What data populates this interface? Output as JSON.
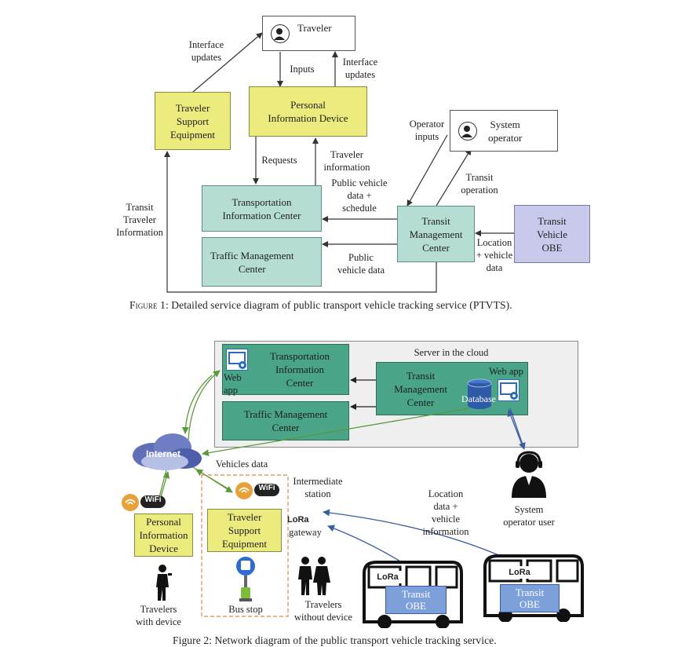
{
  "figure1": {
    "traveler": "Traveler",
    "interface_updates_left": "Interface\nupdates",
    "inputs": "Inputs",
    "interface_updates_right": "Interface\nupdates",
    "traveler_support_equipment": "Traveler\nSupport\nEquipment",
    "personal_information_device": "Personal\nInformation Device",
    "requests": "Requests",
    "traveler_information": "Traveler\ninformation",
    "operator_inputs": "Operator\ninputs",
    "system_operator": "System\noperator",
    "transit_operation": "Transit\noperation",
    "transit_traveler_information": "Transit\nTraveler\nInformation",
    "transportation_information_center": "Transportation\nInformation Center",
    "public_vehicle_data_schedule": "Public vehicle\ndata +\nschedule",
    "transit_management_center": "Transit\nManagement\nCenter",
    "transit_vehicle_obe": "Transit\nVehicle\nOBE",
    "location_vehicle_data": "Location\n+ vehicle\ndata",
    "traffic_management_center": "Traffic Management\nCenter",
    "public_vehicle_data": "Public\nvehicle data",
    "caption_prefix": "Figure",
    "caption_text": "1: Detailed service diagram of public transport vehicle tracking service (PTVTS)."
  },
  "figure2": {
    "server_in_the_cloud": "Server in the cloud",
    "transportation_information_center": "Transportation\nInformation\nCenter",
    "web_app_left": "Web\napp",
    "transit_management_center": "Transit\nManagement\nCenter",
    "web_app_right": "Web app",
    "database": "Database",
    "traffic_management_center": "Traffic Management\nCenter",
    "internet": "Internet",
    "vehicles_data": "Vehicles data",
    "wifi_left": "WiFi",
    "wifi_right": "WiFi",
    "personal_information_device": "Personal\nInformation\nDevice",
    "traveler_support_equipment": "Traveler\nSupport\nEquipment",
    "intermediate_station": "Intermediate\nstation",
    "lora_gateway": "LoRa",
    "gateway": "gateway",
    "location_vehicle_information": "Location\ndata +\nvehicle\ninformation",
    "system_operator_user": "System\noperator user",
    "travelers_with_device": "Travelers\nwith device",
    "bus_stop": "Bus stop",
    "travelers_without_device": "Travelers\nwithout device",
    "lora_bus1": "LoRa",
    "transit_obe_1": "Transit\nOBE",
    "lora_bus2": "LoRa",
    "transit_obe_2": "Transit\nOBE",
    "caption_partial": "Figure 2: Network diagram of the public transport vehicle tracking service."
  },
  "colors": {
    "yellow": "#ecec7e",
    "teal": "#b6ddd4",
    "green": "#4aa487",
    "lavender": "#c9c9eb",
    "arrow_green": "#5a9a3a",
    "arrow_blue": "#3a5ca0"
  }
}
